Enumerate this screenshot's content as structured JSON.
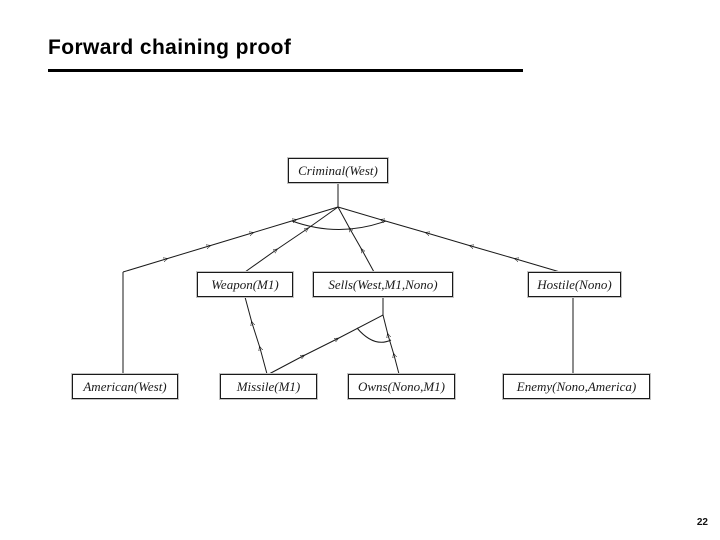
{
  "slide": {
    "title": "Forward chaining proof",
    "page_number": "22"
  },
  "colors": {
    "title-color": "#000000",
    "line-color": "#1a1a1a"
  },
  "diagram": {
    "type": "proof-tree",
    "nodes": [
      {
        "id": "criminal",
        "label": "Criminal(West)",
        "row": "top"
      },
      {
        "id": "weapon",
        "label": "Weapon(M1)",
        "row": "middle"
      },
      {
        "id": "sells",
        "label": "Sells(West,M1,Nono)",
        "row": "middle"
      },
      {
        "id": "hostile",
        "label": "Hostile(Nono)",
        "row": "middle"
      },
      {
        "id": "american",
        "label": "American(West)",
        "row": "bottom"
      },
      {
        "id": "missile",
        "label": "Missile(M1)",
        "row": "bottom"
      },
      {
        "id": "owns",
        "label": "Owns(Nono,M1)",
        "row": "bottom"
      },
      {
        "id": "enemy",
        "label": "Enemy(Nono,America)",
        "row": "bottom"
      }
    ],
    "edges": [
      {
        "from": "American(West)",
        "to": "Criminal(West)"
      },
      {
        "from": "Weapon(M1)",
        "to": "Criminal(West)"
      },
      {
        "from": "Sells(West,M1,Nono)",
        "to": "Criminal(West)"
      },
      {
        "from": "Hostile(Nono)",
        "to": "Criminal(West)"
      },
      {
        "from": "Missile(M1)",
        "to": "Weapon(M1)"
      },
      {
        "from": "Missile(M1)",
        "to": "Sells(West,M1,Nono)"
      },
      {
        "from": "Owns(Nono,M1)",
        "to": "Sells(West,M1,Nono)"
      },
      {
        "from": "Enemy(Nono,America)",
        "to": "Hostile(Nono)"
      }
    ],
    "and_arcs": [
      {
        "at": "Criminal(West)",
        "spans": [
          "American(West)",
          "Weapon(M1)",
          "Sells(West,M1,Nono)",
          "Hostile(Nono)"
        ]
      },
      {
        "at": "Sells(West,M1,Nono)",
        "spans": [
          "Missile(M1)",
          "Owns(Nono,M1)"
        ]
      }
    ]
  }
}
